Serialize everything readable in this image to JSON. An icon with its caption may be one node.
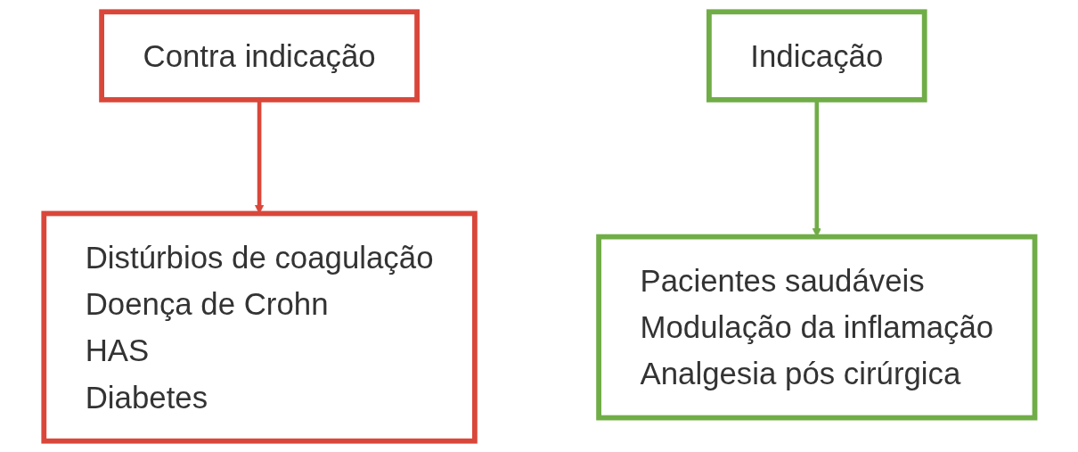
{
  "diagram": {
    "nodes": [
      {
        "text": [
          "Contra indicação"
        ]
      },
      {
        "text": [
          "Indicação"
        ]
      },
      {
        "text": [
          "Distúrbios de coagulação",
          "Doença de Crohn",
          "HAS",
          "Diabetes"
        ]
      },
      {
        "text": [
          "Pacientes saudáveis",
          "Modulação da inflamação",
          "Analgesia pós cirúrgica"
        ]
      }
    ],
    "edges": [
      {
        "from": 0,
        "to": 2,
        "arrow": "to",
        "color": "#d9473a"
      },
      {
        "from": 1,
        "to": 3,
        "arrow": "to",
        "color": "#70ad47"
      }
    ]
  }
}
